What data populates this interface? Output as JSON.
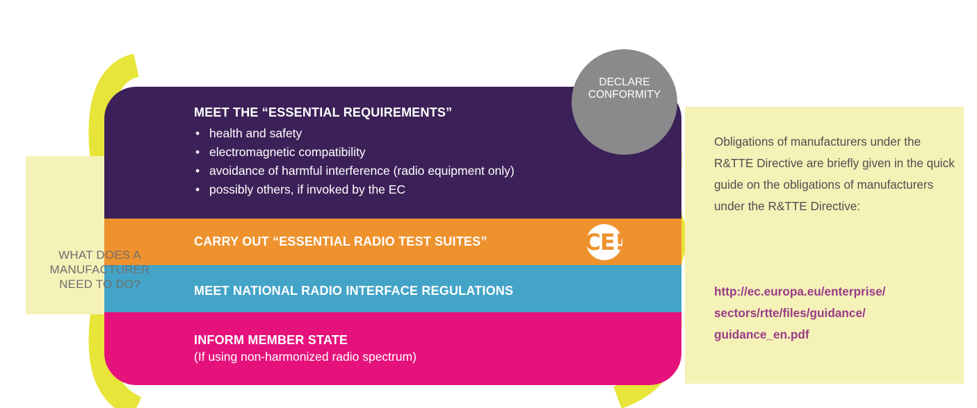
{
  "question": {
    "lines": [
      "WHAT DOES A",
      "MANUFACTURER",
      "NEED TO DO?"
    ]
  },
  "declare": {
    "lines": [
      "DECLARE",
      "CONFORMITY"
    ]
  },
  "essential": {
    "title": "MEET THE “ESSENTIAL REQUIREMENTS”",
    "items": [
      "health and safety",
      "electromagnetic compatibility",
      "avoidance of harmful interference (radio equipment only)",
      "possibly others, if invoked by the EC"
    ]
  },
  "radio_tests": {
    "title": "CARRY OUT “ESSENTIAL RADIO TEST SUITES”",
    "badge": "CE!"
  },
  "national": {
    "title": "MEET NATIONAL RADIO INTERFACE REGULATIONS"
  },
  "inform": {
    "title": "INFORM MEMBER STATE",
    "subtitle": "(If using non-harmonized radio spectrum)"
  },
  "info": {
    "text": "Obligations of manufacturers under the R&TTE Directive are briefly given in the quick guide on the obligations of manufacturers under the R&TTE Directive:",
    "link_lines": [
      "http://ec.europa.eu/enterprise/",
      "sectors/rtte/files/guidance/",
      "guidance_en.pdf"
    ]
  },
  "colors": {
    "purple": "#3c2158",
    "orange": "#ee922e",
    "blue": "#43a4c8",
    "pink": "#e5127b",
    "gray_circle": "#8a8a8c",
    "pale_yellow": "#f5f2b8",
    "brace_yellow": "#e8e53a",
    "link": "#9a3b88"
  }
}
